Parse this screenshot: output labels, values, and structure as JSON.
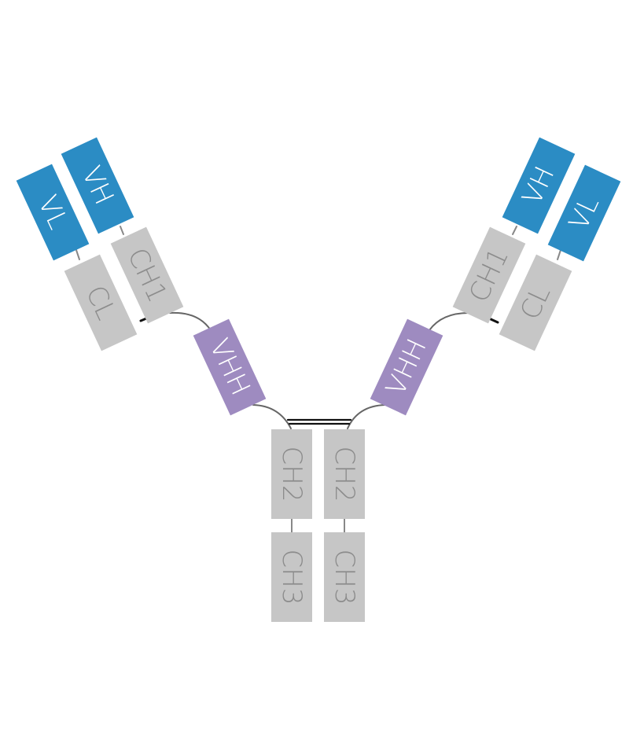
{
  "colors": {
    "variable": "#2b8cc4",
    "constant": "#c6c6c6",
    "vhh": "#9e8bc0",
    "connector": "#666666",
    "label_light": "#ffffff",
    "label_dark": "#8c8c8c"
  },
  "domains": {
    "left_vl": "VL",
    "left_vh": "VH",
    "left_cl": "CL",
    "left_ch1": "CH1",
    "left_vhh": "VHH",
    "right_vh": "VH",
    "right_vl": "VL",
    "right_ch1": "CH1",
    "right_cl": "CL",
    "right_vhh": "VHH",
    "ch2_left": "CH2",
    "ch2_right": "CH2",
    "ch3_left": "CH3",
    "ch3_right": "CH3"
  }
}
